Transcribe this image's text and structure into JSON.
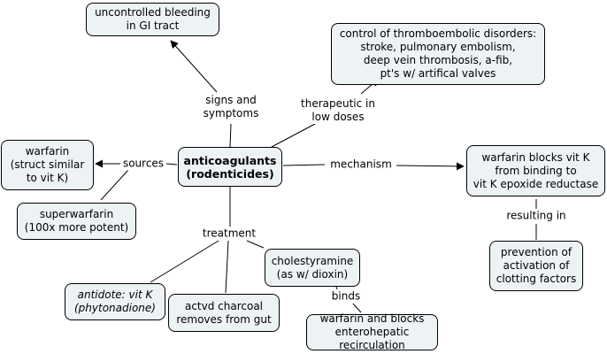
{
  "diagram": {
    "type": "concept-map",
    "colors": {
      "node_fill": "#edf2f5",
      "node_border": "#000000",
      "line": "#000000",
      "background": "#ffffff"
    },
    "nodes": {
      "center": [
        "anticoagulants",
        "(rodenticides)"
      ],
      "bleeding": [
        "uncontrolled bleeding",
        "in GI tract"
      ],
      "control": [
        "control of thromboembolic disorders:",
        "stroke, pulmonary embolism,",
        "deep vein thrombosis, a-fib,",
        "pt's w/ artifical valves"
      ],
      "warfarin": [
        "warfarin",
        "(struct similar",
        "to vit K)"
      ],
      "superwarfarin": [
        "superwarfarin",
        "(100x more potent)"
      ],
      "mechanism_node": [
        "warfarin blocks vit K",
        "from binding to",
        "vit K epoxide reductase"
      ],
      "prevention": [
        "prevention of",
        "activation of",
        "clotting factors"
      ],
      "antidote": [
        "antidote: vit K",
        "(phytonadione)"
      ],
      "charcoal": [
        "actvd charcoal",
        "removes from gut"
      ],
      "cholestyramine": [
        "cholestyramine",
        "(as w/ dioxin)"
      ],
      "blocks": [
        "warfarin and blocks",
        "enterohepatic recirculation"
      ]
    },
    "links": {
      "signs": [
        "signs and",
        "symptoms"
      ],
      "therapeutic": [
        "therapeutic in",
        "low doses"
      ],
      "sources": [
        "sources"
      ],
      "mechanism": [
        "mechanism"
      ],
      "resulting": [
        "resulting in"
      ],
      "treatment": [
        "treatment"
      ],
      "binds": [
        "binds"
      ]
    }
  }
}
